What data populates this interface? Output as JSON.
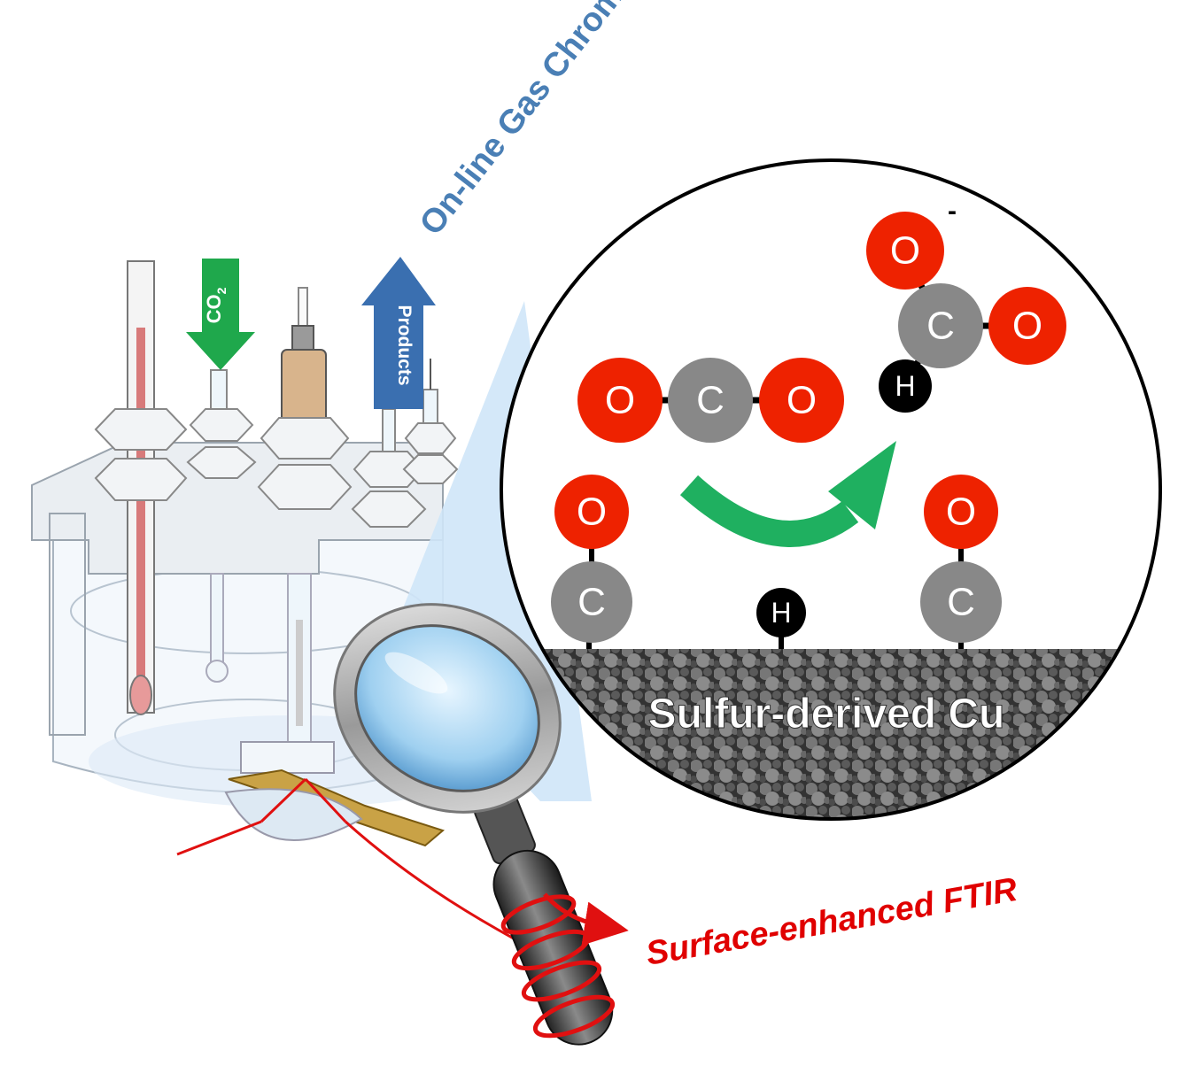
{
  "labels": {
    "gc": "On-line Gas Chromatography",
    "ftir": "Surface-enhanced FTIR",
    "co2_arrow": "CO2",
    "co2_main": "CO",
    "co2_sub": "2",
    "products_arrow": "Products",
    "catalyst": "Sulfur-derived Cu"
  },
  "atoms": {
    "O": "O",
    "C": "C",
    "H": "H",
    "charge": "-"
  },
  "colors": {
    "gc_text": "#4a7fb5",
    "ftir_text": "#e00000",
    "oxygen": "#ee2200",
    "carbon": "#888888",
    "hydrogen": "#000000",
    "co2_arrow": "#1fa84c",
    "products_arrow": "#3a6fb0",
    "reaction_arrow": "#1fb060",
    "laser": "#e01010",
    "lens_fill": "#aad4f2"
  },
  "icons": {
    "cell": "electrochemical-cell-icon",
    "magnifier": "magnifying-glass-icon",
    "thermometer": "thermometer-icon"
  }
}
